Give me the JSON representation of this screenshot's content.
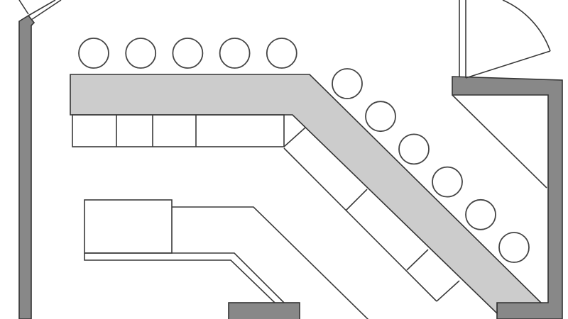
{
  "diagram": {
    "type": "floor-plan",
    "colors": {
      "wall": "#888888",
      "counter": "#cccccc",
      "line": "#3a3a3a",
      "background": "#ffffff"
    },
    "top_row_stool_count": 5,
    "diagonal_stool_count": 6
  }
}
